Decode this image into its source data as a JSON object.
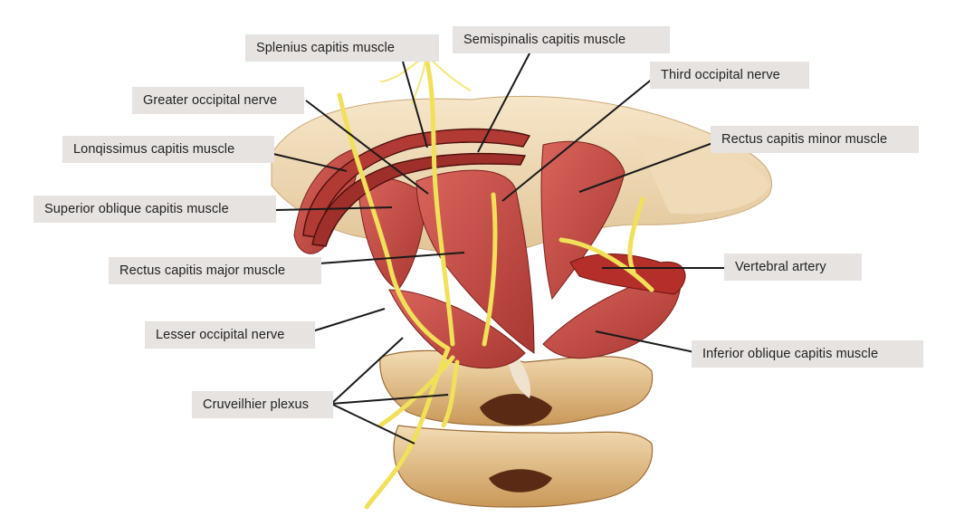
{
  "labels": {
    "splenius_capitis": "Splenius capitis muscle",
    "semispinalis_capitis": "Semispinalis capitis muscle",
    "third_occipital_nerve": "Third occipital nerve",
    "greater_occipital_nerve": "Greater occipital nerve",
    "rectus_capitis_minor": "Rectus capitis minor muscle",
    "longissimus_capitis": "Lonqissimus capitis muscle",
    "superior_oblique_capitis": "Superior oblique capitis muscle",
    "rectus_capitis_major": "Rectus capitis major muscle",
    "vertebral_artery": "Vertebral artery",
    "lesser_occipital_nerve": "Lesser occipital nerve",
    "inferior_oblique_capitis": "Inferior oblique capitis muscle",
    "cruveilhier_plexus": "Cruveilhier plexus"
  },
  "colors": {
    "label_background": "#e6e3e1",
    "muscle": "#c8504a",
    "muscle_dark": "#8e2a26",
    "bone": "#e8c79a",
    "bone_dark": "#b88a55",
    "nerve": "#f1e05a",
    "leader_line": "#1a1a1a"
  }
}
